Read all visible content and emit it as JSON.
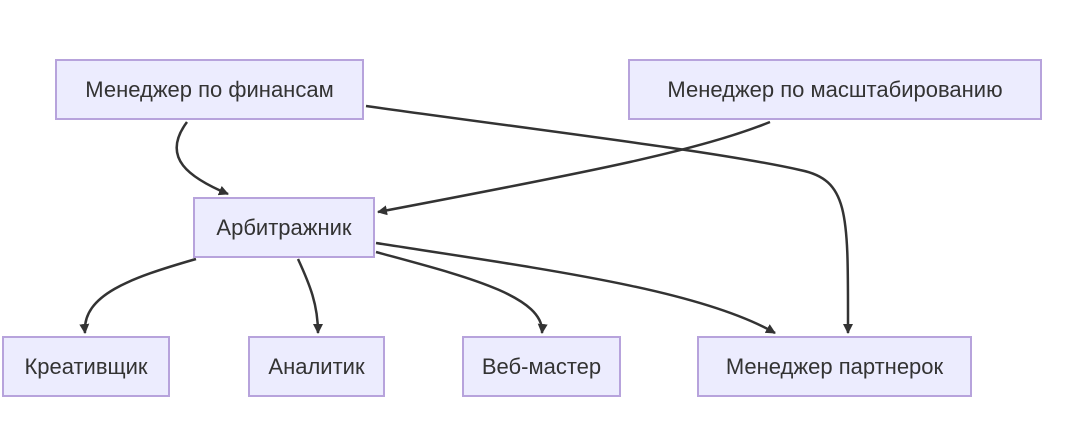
{
  "diagram": {
    "nodes": {
      "finance_manager": "Менеджер по финансам",
      "scaling_manager": "Менеджер по масштабированию",
      "arbitrageur": "Арбитражник",
      "creative": "Креативщик",
      "analyst": "Аналитик",
      "webmaster": "Веб-мастер",
      "partner_manager": "Менеджер партнерок"
    },
    "edges": [
      {
        "from": "finance_manager",
        "to": "arbitrageur"
      },
      {
        "from": "finance_manager",
        "to": "partner_manager"
      },
      {
        "from": "scaling_manager",
        "to": "arbitrageur"
      },
      {
        "from": "arbitrageur",
        "to": "creative"
      },
      {
        "from": "arbitrageur",
        "to": "analyst"
      },
      {
        "from": "arbitrageur",
        "to": "webmaster"
      },
      {
        "from": "arbitrageur",
        "to": "partner_manager"
      }
    ],
    "colors": {
      "node_fill": "#ececfe",
      "node_border": "#b7a3dc",
      "edge": "#333333",
      "text": "#333333"
    }
  }
}
